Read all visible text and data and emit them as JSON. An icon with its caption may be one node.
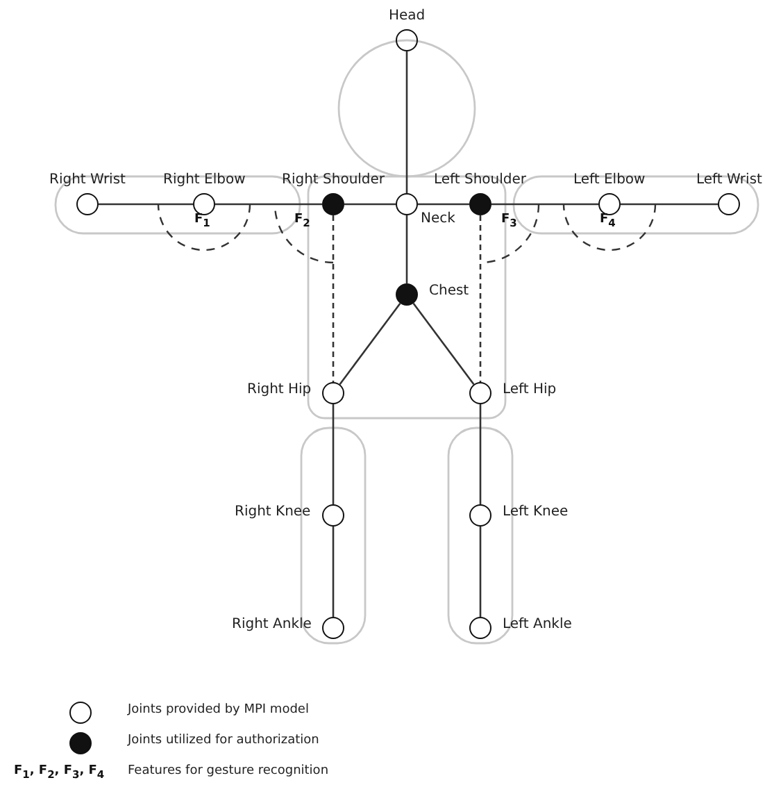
{
  "diagram": {
    "nodes": [
      {
        "text": [
          "Head"
        ]
      },
      {
        "text": [
          "Right Wrist"
        ]
      },
      {
        "text": [
          "Right Elbow"
        ]
      },
      {
        "text": [
          "Right Shoulder"
        ]
      },
      {
        "text": [
          "Neck"
        ]
      },
      {
        "text": [
          "Left Shoulder"
        ]
      },
      {
        "text": [
          "Left Elbow"
        ]
      },
      {
        "text": [
          "Left Wrist"
        ]
      },
      {
        "text": [
          "Chest"
        ]
      },
      {
        "text": [
          "Right Hip"
        ]
      },
      {
        "text": [
          "Left Hip"
        ]
      },
      {
        "text": [
          "Right Knee"
        ]
      },
      {
        "text": [
          "Left Knee"
        ]
      },
      {
        "text": [
          "Right Ankle"
        ]
      },
      {
        "text": [
          "Left Ankle"
        ]
      }
    ],
    "edges": [
      {
        "from": 0,
        "to": 4,
        "arrow": "none"
      },
      {
        "from": 1,
        "to": 2,
        "arrow": "none"
      },
      {
        "from": 2,
        "to": 3,
        "arrow": "none"
      },
      {
        "from": 3,
        "to": 4,
        "arrow": "none"
      },
      {
        "from": 4,
        "to": 5,
        "arrow": "none"
      },
      {
        "from": 5,
        "to": 6,
        "arrow": "none"
      },
      {
        "from": 6,
        "to": 7,
        "arrow": "none"
      },
      {
        "from": 4,
        "to": 8,
        "arrow": "none"
      },
      {
        "from": 8,
        "to": 9,
        "arrow": "none"
      },
      {
        "from": 8,
        "to": 10,
        "arrow": "none"
      },
      {
        "from": 3,
        "to": 9,
        "arrow": "none",
        "style": "dashed"
      },
      {
        "from": 5,
        "to": 10,
        "arrow": "none",
        "style": "dashed"
      },
      {
        "from": 9,
        "to": 11,
        "arrow": "none"
      },
      {
        "from": 11,
        "to": 13,
        "arrow": "none"
      },
      {
        "from": 10,
        "to": 12,
        "arrow": "none"
      },
      {
        "from": 12,
        "to": 14,
        "arrow": "none"
      }
    ],
    "labels": [
      "F$_{1}$",
      "F$_{2}$",
      "F$_{3}$",
      "F$_{4}$",
      "F$_{1}$, F$_{2}$, F$_{3}$, F$_{4}$"
    ],
    "legend": [
      {
        "text": "Joints provided by MPI model"
      },
      {
        "text": "Joints utilized for authorization"
      },
      {
        "text": "Features for gesture recognition"
      }
    ]
  }
}
